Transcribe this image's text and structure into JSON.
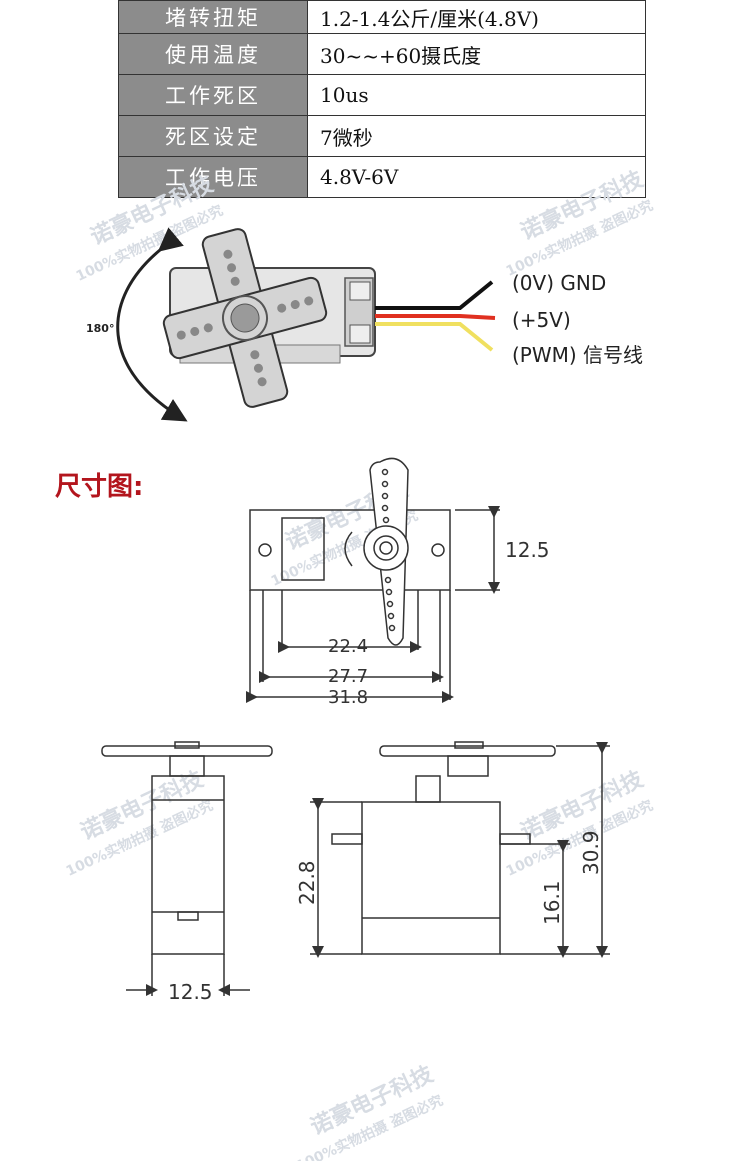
{
  "specs": [
    {
      "key": "堵转扭矩",
      "value": "1.2-1.4公斤/厘米(4.8V)"
    },
    {
      "key": "使用温度",
      "value": "  30~~+60摄氏度"
    },
    {
      "key": "工作死区",
      "value": "10us"
    },
    {
      "key": "死区设定",
      "value": "7微秒"
    },
    {
      "key": "工作电压",
      "value": "4.8V-6V"
    }
  ],
  "servo": {
    "angle_label": "180°",
    "wire_gnd": "(0V) GND",
    "wire_vcc": "(+5V)",
    "wire_pwm": "(PWM) 信号线",
    "colors": {
      "gnd": "#111111",
      "vcc": "#e03020",
      "pwm": "#f0e060"
    }
  },
  "dimensions": {
    "title": "尺寸图:",
    "d_12_5_top": "12.5",
    "d_22_4": "22.4",
    "d_27_7": "27.7",
    "d_31_8": "31.8",
    "d_22_8": "22.8",
    "d_12_5_bottom": "12.5",
    "d_16_1": "16.1",
    "d_30_9": "30.9"
  },
  "watermark": {
    "line1": "诺豪电子科技",
    "line2": "100%实物拍摄  盗图必究"
  }
}
